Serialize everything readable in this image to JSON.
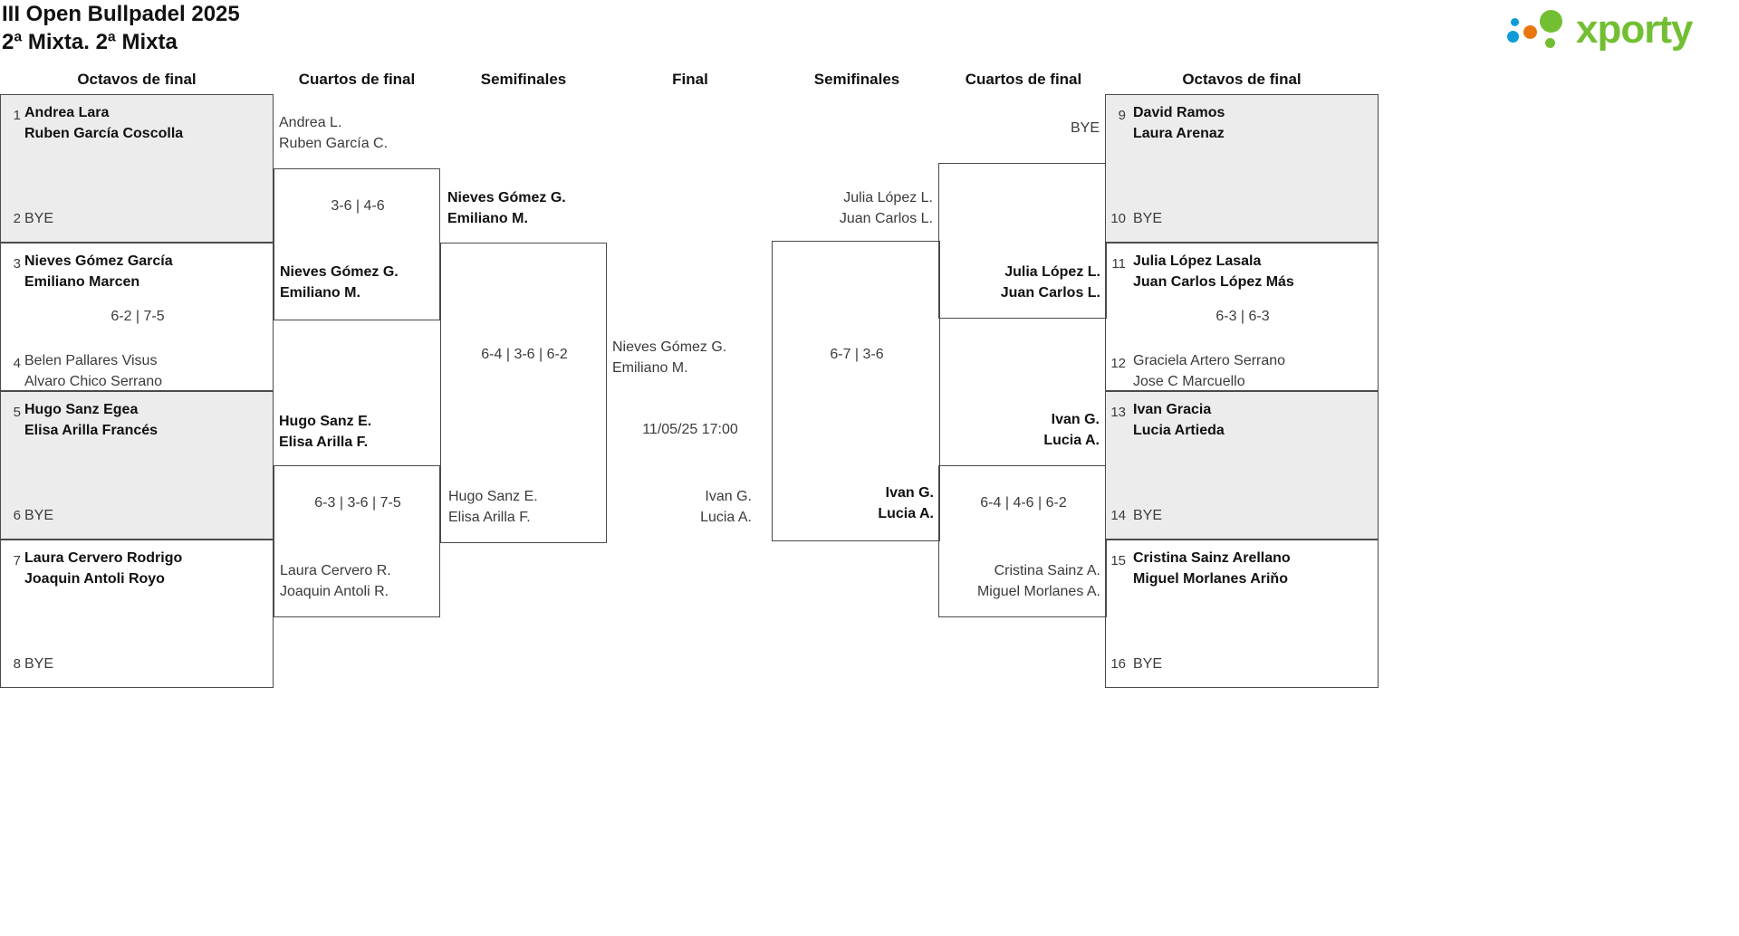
{
  "header": {
    "title_line1": "III Open Bullpadel 2025",
    "title_line2": "2ª Mixta. 2ª Mixta",
    "logo_text": "xporty",
    "logo_colors": {
      "green": "#72bf33",
      "blue": "#0e9bd8",
      "orange": "#e8760d"
    }
  },
  "round_headers": {
    "left_r16": "Octavos de final",
    "left_qf": "Cuartos de final",
    "left_sf": "Semifinales",
    "final": "Final",
    "right_sf": "Semifinales",
    "right_qf": "Cuartos de final",
    "right_r16": "Octavos de final"
  },
  "left": {
    "r16": [
      {
        "seed": "1",
        "p1": "Andrea Lara",
        "p2": "Ruben García Coscolla",
        "winner": true
      },
      {
        "seed": "2",
        "bye": "BYE"
      },
      {
        "seed": "3",
        "p1": "Nieves Gómez García",
        "p2": "Emiliano Marcen",
        "winner": true
      },
      {
        "seed": "4",
        "p1": "Belen Pallares Visus",
        "p2": "Alvaro Chico Serrano",
        "winner": false
      },
      {
        "seed": "5",
        "p1": "Hugo Sanz Egea",
        "p2": "Elisa Arilla Francés",
        "winner": true
      },
      {
        "seed": "6",
        "bye": "BYE"
      },
      {
        "seed": "7",
        "p1": "Laura Cervero Rodrigo",
        "p2": "Joaquin Antoli Royo",
        "winner": true
      },
      {
        "seed": "8",
        "bye": "BYE"
      }
    ],
    "r16_scores": [
      "",
      "6-2 | 7-5",
      "",
      ""
    ],
    "qf": [
      {
        "p1": "Andrea L.",
        "p2": "Ruben García C.",
        "winner": false
      },
      {
        "p1": "Nieves Gómez G.",
        "p2": "Emiliano M.",
        "winner": true
      },
      {
        "p1": "Hugo Sanz E.",
        "p2": "Elisa Arilla F.",
        "winner": true
      },
      {
        "p1": "Laura Cervero R.",
        "p2": "Joaquin Antoli R.",
        "winner": false
      }
    ],
    "qf_scores": [
      "3-6 | 4-6",
      "6-3 | 3-6 | 7-5"
    ],
    "sf": [
      {
        "p1": "Nieves Gómez G.",
        "p2": "Emiliano M.",
        "winner": true
      },
      {
        "p1": "Hugo Sanz E.",
        "p2": "Elisa Arilla F.",
        "winner": false
      }
    ],
    "sf_score": "6-4 | 3-6 | 6-2"
  },
  "final": {
    "top": {
      "p1": "Nieves Gómez G.",
      "p2": "Emiliano M.",
      "winner": false
    },
    "bottom": {
      "p1": "Ivan G.",
      "p2": "Lucia A.",
      "winner": false
    },
    "datetime": "11/05/25 17:00"
  },
  "right": {
    "r16": [
      {
        "seed": "9",
        "p1": "David Ramos",
        "p2": "Laura Arenaz",
        "winner": true
      },
      {
        "seed": "10",
        "bye": "BYE"
      },
      {
        "seed": "11",
        "p1": "Julia López Lasala",
        "p2": "Juan Carlos López Más",
        "winner": true
      },
      {
        "seed": "12",
        "p1": "Graciela Artero Serrano",
        "p2": "Jose C Marcuello",
        "winner": false
      },
      {
        "seed": "13",
        "p1": "Ivan Gracia",
        "p2": "Lucia Artieda",
        "winner": true
      },
      {
        "seed": "14",
        "bye": "BYE"
      },
      {
        "seed": "15",
        "p1": "Cristina Sainz Arellano",
        "p2": "Miguel Morlanes Ariňo",
        "winner": true
      },
      {
        "seed": "16",
        "bye": "BYE"
      }
    ],
    "r16_scores": [
      "",
      "6-3 | 6-3",
      "",
      ""
    ],
    "qf": [
      {
        "bye": "BYE"
      },
      {
        "p1": "Julia López L.",
        "p2": "Juan Carlos L.",
        "winner": true
      },
      {
        "p1": "Ivan G.",
        "p2": "Lucia A.",
        "winner": true
      },
      {
        "p1": "Cristina Sainz A.",
        "p2": "Miguel Morlanes A.",
        "winner": false
      }
    ],
    "qf_scores": [
      "",
      "6-4 | 4-6 | 6-2"
    ],
    "sf": [
      {
        "p1": "Julia López L.",
        "p2": "Juan Carlos L.",
        "winner": false
      },
      {
        "p1": "Ivan G.",
        "p2": "Lucia A.",
        "winner": true
      }
    ],
    "sf_score": "6-7 | 3-6"
  }
}
